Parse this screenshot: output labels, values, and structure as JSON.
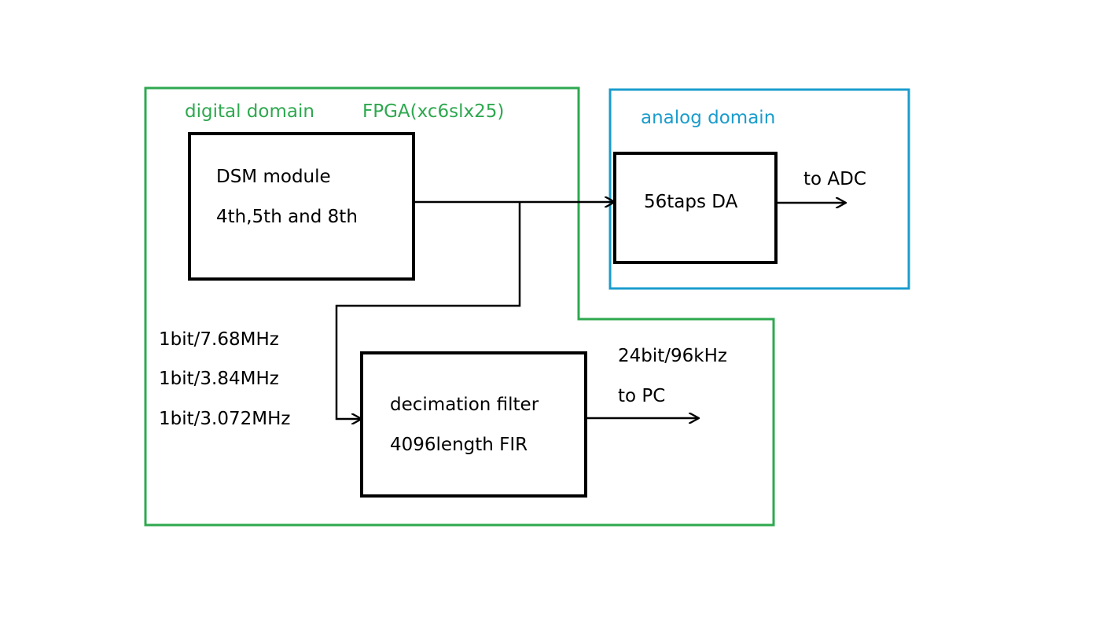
{
  "colors": {
    "digital_domain": "#2ea84f",
    "analog_domain": "#1a9ccc",
    "block_stroke": "#000000",
    "background": "#ffffff"
  },
  "digital_domain": {
    "title": "digital domain",
    "chip": "FPGA(xc6slx25)"
  },
  "analog_domain": {
    "title": "analog domain"
  },
  "dsm_module": {
    "line1": "DSM module",
    "line2": "4th,5th and 8th"
  },
  "da_block": {
    "label": "56taps DA"
  },
  "decimation_filter": {
    "line1": "decimation filter",
    "line2": "4096length FIR"
  },
  "outputs": {
    "adc": "to ADC",
    "rate": "24bit/96kHz",
    "pc": "to PC"
  },
  "bitstream_rates": [
    "1bit/7.68MHz",
    "1bit/3.84MHz",
    "1bit/3.072MHz"
  ]
}
